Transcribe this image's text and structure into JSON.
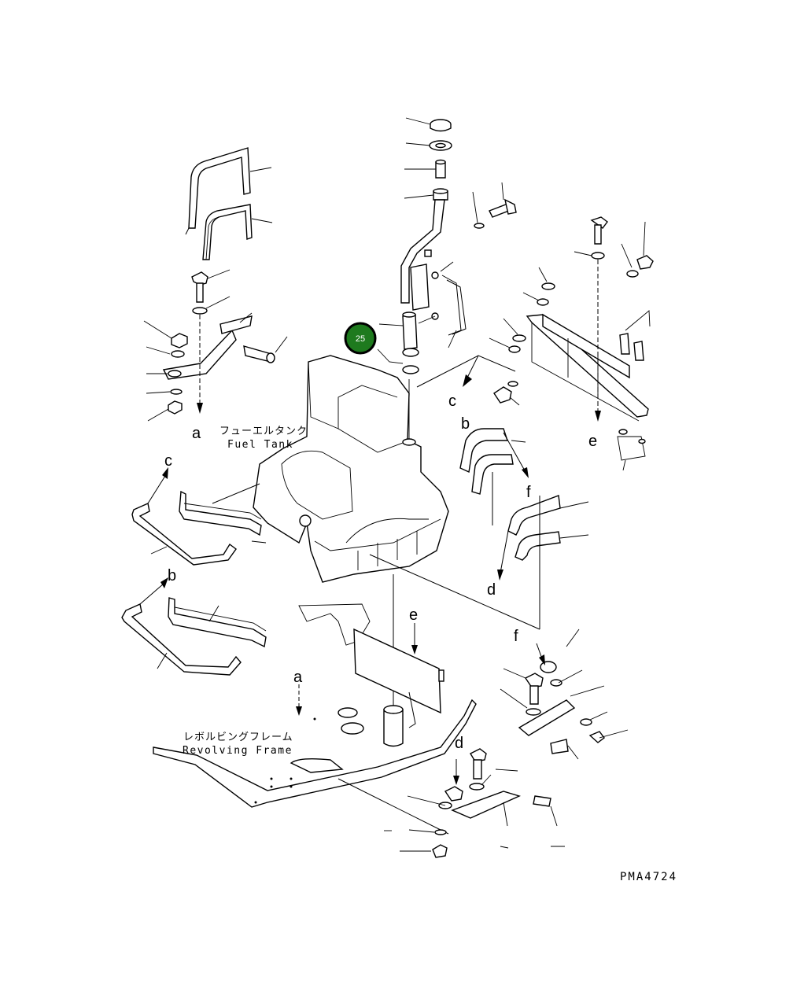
{
  "diagram": {
    "drawing_code": "PMA4724",
    "fuel_tank": {
      "label_jp": "フューエルタンク",
      "label_en": "Fuel Tank"
    },
    "revolving_frame": {
      "label_jp": "レボルビングフレーム",
      "label_en": "Revolving Frame"
    },
    "callout": {
      "number": "25",
      "color": "#1e7a1e"
    },
    "ref_letters": {
      "a_top": "a",
      "a_bottom": "a",
      "b_mid": "b",
      "b_right": "b",
      "c_left": "c",
      "c_right": "c",
      "d_right": "d",
      "d_bottom": "d",
      "e_right": "e",
      "e_bottom": "e",
      "f_right": "f",
      "f_bottom": "f"
    }
  }
}
